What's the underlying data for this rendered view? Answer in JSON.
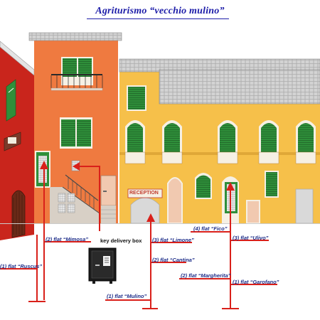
{
  "title": "Agriturismo “vecchio mulino”",
  "reception_sign": "RECEPTION",
  "key_box_label": "key delivery box",
  "flats": {
    "mimosa": "(2) flat “Mimosa”",
    "ruscus": "(1) flat “Ruscus”",
    "limone": "(3) flat “Limone”",
    "cantina": "(2) flat “Cantina”",
    "mulino": "(1) flat “Mulino”",
    "fico": "(4) flat “Fico”",
    "ulivo": "(3) flat “Ulivo”",
    "margherita": "(2) flat “Margherita”",
    "garofano": "(1) flat “Garofano”"
  },
  "colors": {
    "marker_red": "#d9201a",
    "label_blue": "#1f2f8a",
    "title_blue": "#1c1ca8",
    "wall_red": "#c9251c",
    "wall_orange": "#ef7a40",
    "wall_yellow": "#f6c04a",
    "shutter_green": "#2f8f3a",
    "roof_grey": "#c8c8c8",
    "door_pink": "#f1c9b0"
  },
  "icons": {
    "key_box": "safe-icon"
  }
}
